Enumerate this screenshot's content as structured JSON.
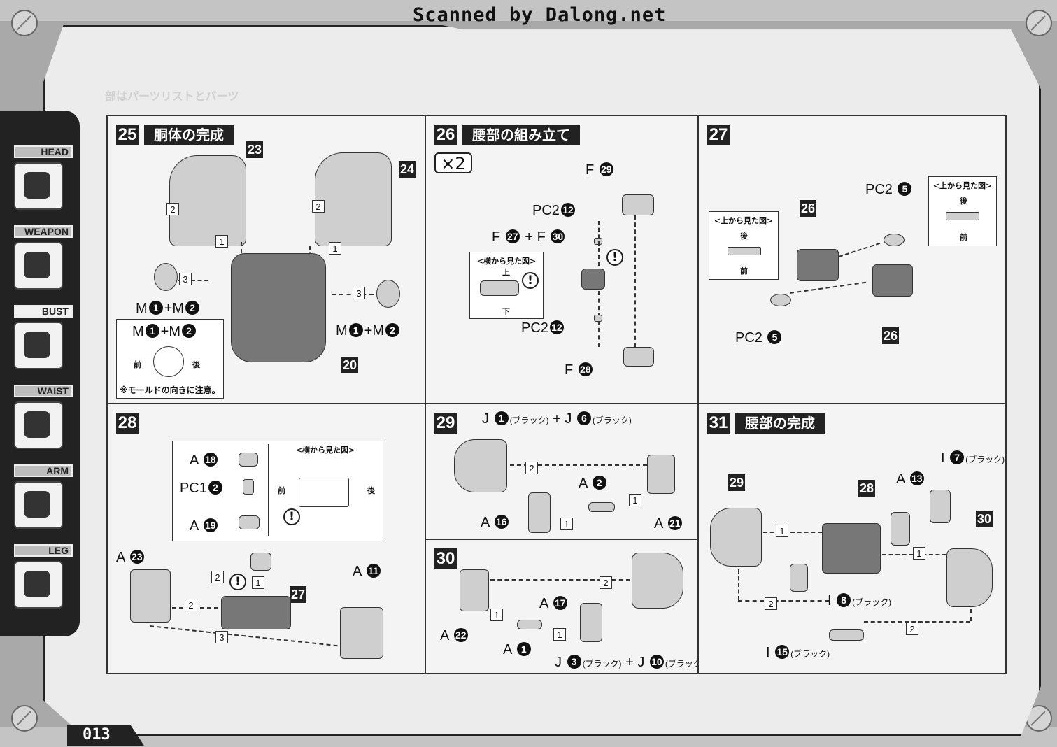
{
  "header": {
    "scan_note": "Scanned by Dalong.net"
  },
  "page_number": "013",
  "top_note": "部はパーツリストとバーツ",
  "sidebar": {
    "tabs": [
      {
        "label": "HEAD",
        "active": false
      },
      {
        "label": "WEAPON",
        "active": false
      },
      {
        "label": "BUST",
        "active": true
      },
      {
        "label": "WAIST",
        "active": false
      },
      {
        "label": "ARM",
        "active": false
      },
      {
        "label": "LEG",
        "active": false
      }
    ]
  },
  "steps": {
    "s25": {
      "no": "25",
      "title": "胴体の完成",
      "parts": {
        "p23": "23",
        "p24": "24",
        "p20": "20"
      },
      "seq": {
        "a": "2",
        "b": "1",
        "c": "3",
        "d": "2",
        "e": "1",
        "f": "3"
      },
      "labels": {
        "m_left": "M",
        "n1": "1",
        "plus": "+M",
        "n2": "2"
      },
      "inset": {
        "front": "前",
        "back": "後",
        "note": "※モールドの向きに注意。"
      }
    },
    "s26": {
      "no": "26",
      "title": "腰部の組み立て",
      "times": "×2",
      "labels": {
        "f29": {
          "letter": "F",
          "num": "29"
        },
        "pc2a": {
          "letter": "PC2",
          "num": "12"
        },
        "f27": {
          "letter": "F",
          "num": "27"
        },
        "f30": {
          "letter": "F",
          "num": "30"
        },
        "pc2b": {
          "letter": "PC2",
          "num": "12"
        },
        "f28": {
          "letter": "F",
          "num": "28"
        }
      },
      "inset": {
        "title": "<横から見た図>",
        "top": "上",
        "bottom": "下"
      }
    },
    "s27": {
      "no": "27",
      "parts": {
        "p26a": "26",
        "p26b": "26"
      },
      "labels": {
        "pc2_top": {
          "letter": "PC2",
          "num": "5"
        },
        "pc2_bottom": {
          "letter": "PC2",
          "num": "5"
        }
      },
      "inset_left": {
        "title": "<上から見た図>",
        "back": "後",
        "front": "前"
      },
      "inset_right": {
        "title": "<上から見た図>",
        "back": "後",
        "front": "前"
      }
    },
    "s28": {
      "no": "28",
      "parts": {
        "p27": "27"
      },
      "labels": {
        "a18": {
          "letter": "A",
          "num": "18"
        },
        "pc1": {
          "letter": "PC1",
          "num": "2"
        },
        "a19": {
          "letter": "A",
          "num": "19"
        },
        "a23": {
          "letter": "A",
          "num": "23"
        },
        "a11": {
          "letter": "A",
          "num": "11"
        }
      },
      "inset": {
        "title": "<横から見た図>",
        "front": "前",
        "back": "後"
      },
      "seq": {
        "a": "2",
        "b": "1",
        "c": "2",
        "d": "3"
      }
    },
    "s29": {
      "no": "29",
      "labels": {
        "j1": {
          "letter": "J",
          "num": "1",
          "color": "(ブラック)"
        },
        "j6": {
          "letter": "J",
          "num": "6",
          "color": "(ブラック)"
        },
        "a2": {
          "letter": "A",
          "num": "2"
        },
        "a16": {
          "letter": "A",
          "num": "16"
        },
        "a21": {
          "letter": "A",
          "num": "21"
        }
      },
      "seq": {
        "a": "2",
        "b": "1",
        "c": "1"
      }
    },
    "s30": {
      "no": "30",
      "labels": {
        "a17": {
          "letter": "A",
          "num": "17"
        },
        "a22": {
          "letter": "A",
          "num": "22"
        },
        "a1": {
          "letter": "A",
          "num": "1"
        },
        "j3": {
          "letter": "J",
          "num": "3",
          "color": "(ブラック)"
        },
        "j10": {
          "letter": "J",
          "num": "10",
          "color": "(ブラック)"
        }
      },
      "seq": {
        "a": "2",
        "b": "1",
        "c": "1"
      }
    },
    "s31": {
      "no": "31",
      "title": "腰部の完成",
      "parts": {
        "p29": "29",
        "p28": "28",
        "p30": "30"
      },
      "labels": {
        "i7": {
          "letter": "I",
          "num": "7",
          "color": "(ブラック)"
        },
        "a13": {
          "letter": "A",
          "num": "13"
        },
        "i8": {
          "letter": "I",
          "num": "8",
          "color": "(ブラック)"
        },
        "i15": {
          "letter": "I",
          "num": "15",
          "color": "(ブラック)"
        }
      },
      "seq": {
        "a": "1",
        "b": "1",
        "c": "2",
        "d": "2"
      }
    }
  },
  "colors": {
    "frame_border": "#222222",
    "background": "#a9a9a9",
    "panel": "#f4f4f4",
    "badge": "#222222"
  }
}
